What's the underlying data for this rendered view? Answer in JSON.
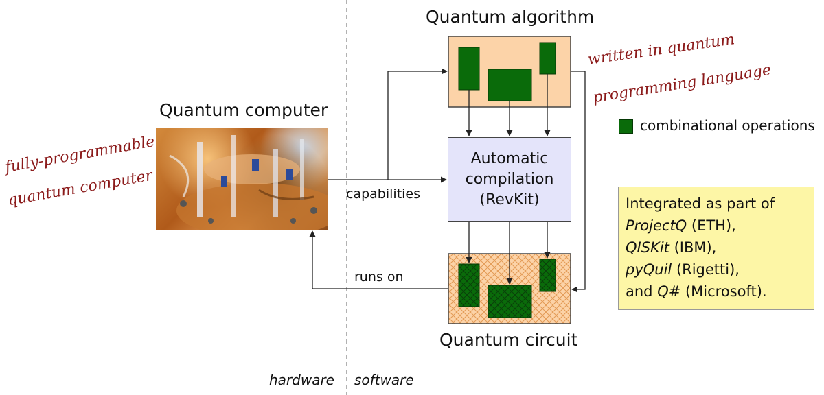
{
  "diagram": {
    "title_top": "Quantum algorithm",
    "title_bottom": "Quantum circuit",
    "computer_title": "Quantum computer",
    "compile_box": {
      "line1": "Automatic",
      "line2": "compilation",
      "line3": "(RevKit)"
    },
    "edges": {
      "capabilities": "capabilities",
      "runs_on": "runs on"
    },
    "legend": {
      "label": "combinational operations"
    },
    "info_box": {
      "line1": "Integrated as part of",
      "projectq": "ProjectQ",
      "projectq_org": " (ETH),",
      "qiskit": "QISKit",
      "qiskit_org": " (IBM),",
      "pyquil": "pyQuil",
      "pyquil_org": " (Rigetti),",
      "and": "and ",
      "qsharp": "Q#",
      "qsharp_org": " (Microsoft)."
    },
    "annotations": {
      "written_line1": "written in quantum",
      "written_line2": "programming language",
      "fully_line1": "fully-programmable",
      "fully_line2": "quantum computer"
    },
    "divider": {
      "left": "hardware",
      "right": "software"
    },
    "colors": {
      "operation_green": "#0a6b0a",
      "algorithm_fill": "#fcd3a8",
      "compile_fill": "#e4e4fa",
      "info_fill": "#fdf6a6",
      "annotation_red": "#8b1a1a"
    }
  }
}
